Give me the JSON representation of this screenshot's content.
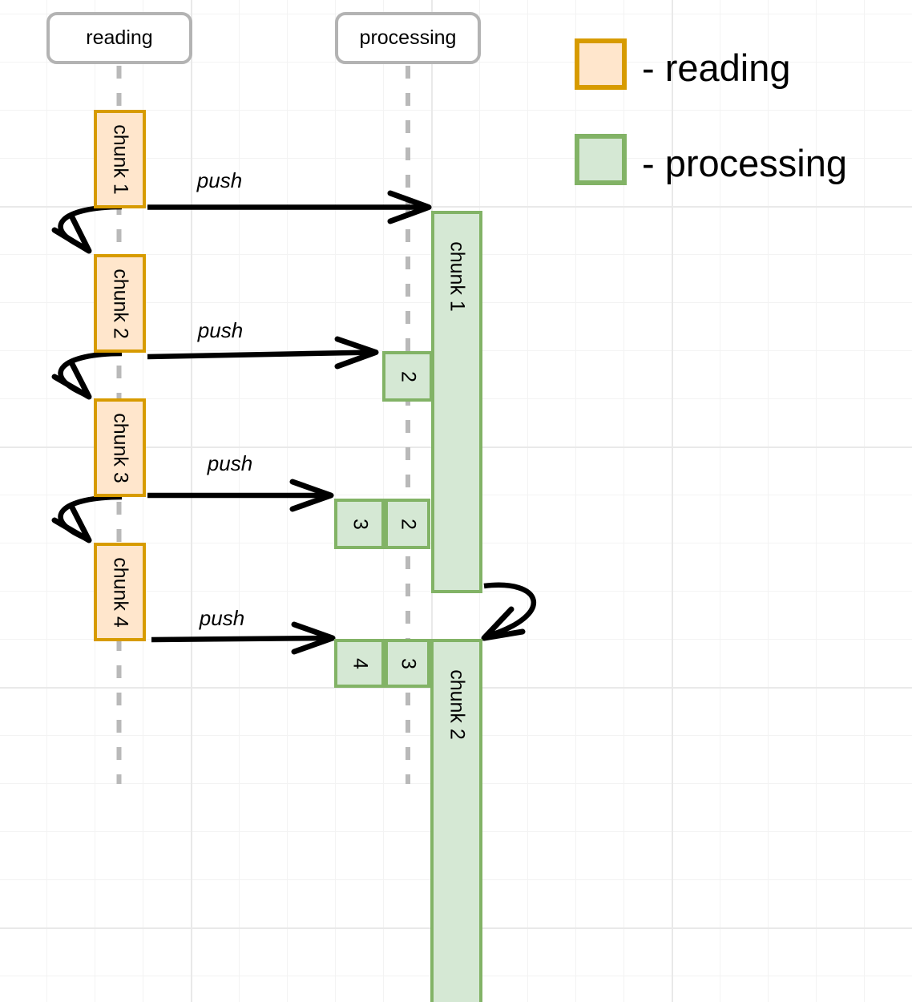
{
  "diagram": {
    "lanes": [
      {
        "id": "reading",
        "label": "reading"
      },
      {
        "id": "processing",
        "label": "processing"
      }
    ],
    "reading_chunks": [
      {
        "label": "chunk 1"
      },
      {
        "label": "chunk 2"
      },
      {
        "label": "chunk 3"
      },
      {
        "label": "chunk 4"
      }
    ],
    "processing_chunks": [
      {
        "label": "chunk 1"
      },
      {
        "label": "chunk 2"
      }
    ],
    "queue_cells": [
      {
        "label": "2"
      },
      {
        "label": "3"
      },
      {
        "label": "2"
      },
      {
        "label": "4"
      },
      {
        "label": "3"
      }
    ],
    "push_arrows": [
      {
        "label": "push"
      },
      {
        "label": "push"
      },
      {
        "label": "push"
      },
      {
        "label": "push"
      }
    ],
    "legend": [
      {
        "label": "- reading",
        "fill": "#ffe6cc",
        "stroke": "#d79b00"
      },
      {
        "label": "- processing",
        "fill": "#d5e8d4",
        "stroke": "#82b366"
      }
    ],
    "colors": {
      "reading_fill": "#ffe6cc",
      "reading_stroke": "#d79b00",
      "processing_fill": "#d5e8d4",
      "processing_stroke": "#82b366",
      "lifeline_gray": "#b9b9b9",
      "header_border_gray": "#b3b3b3",
      "arrow_black": "#000000"
    }
  }
}
